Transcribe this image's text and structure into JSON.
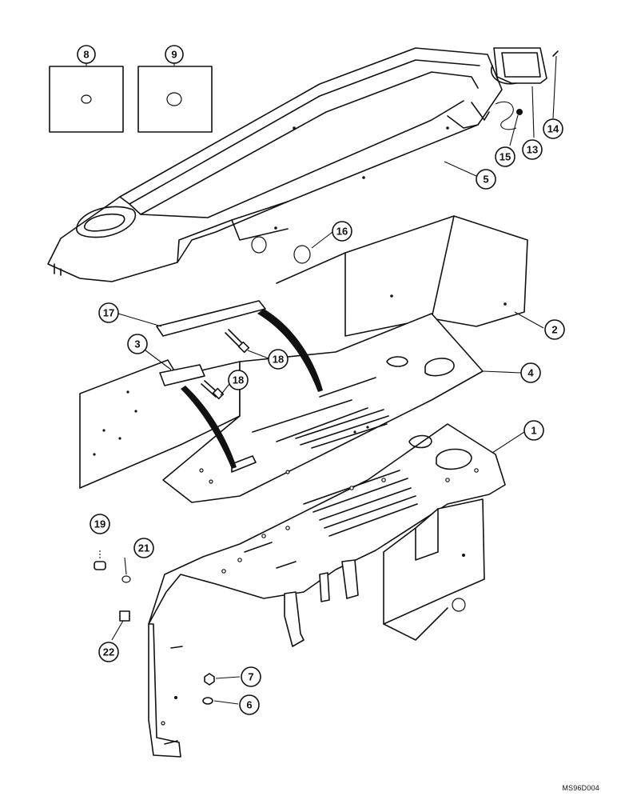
{
  "diagram": {
    "reference_code": "MS96D004",
    "callouts": [
      {
        "id": "c8",
        "label": "8"
      },
      {
        "id": "c9",
        "label": "9"
      },
      {
        "id": "c14",
        "label": "14"
      },
      {
        "id": "c13",
        "label": "13"
      },
      {
        "id": "c15",
        "label": "15"
      },
      {
        "id": "c5",
        "label": "5"
      },
      {
        "id": "c16",
        "label": "16"
      },
      {
        "id": "c2",
        "label": "2"
      },
      {
        "id": "c17",
        "label": "17"
      },
      {
        "id": "c18a",
        "label": "18"
      },
      {
        "id": "c3",
        "label": "3"
      },
      {
        "id": "c18b",
        "label": "18"
      },
      {
        "id": "c4",
        "label": "4"
      },
      {
        "id": "c1",
        "label": "1"
      },
      {
        "id": "c19",
        "label": "19"
      },
      {
        "id": "c21",
        "label": "21"
      },
      {
        "id": "c22",
        "label": "22"
      },
      {
        "id": "c7",
        "label": "7"
      },
      {
        "id": "c6",
        "label": "6"
      }
    ]
  }
}
